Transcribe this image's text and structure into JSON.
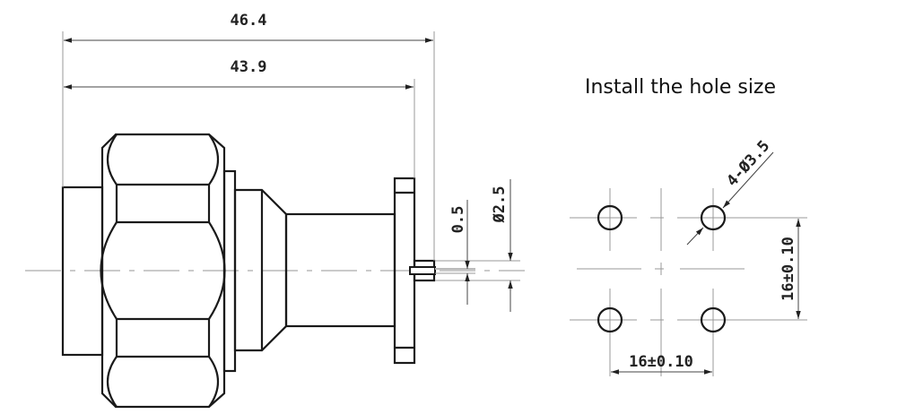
{
  "title": "Install the hole size",
  "connector_view": {
    "overall_length": "46.4",
    "body_length": "43.9",
    "flange_thickness": "0.5",
    "pin_diameter": "Ø2.5"
  },
  "hole_pattern": {
    "hole_callout": "4-Ø3.5",
    "horizontal_spacing": "16±0.10",
    "vertical_spacing": "16±0.10"
  }
}
